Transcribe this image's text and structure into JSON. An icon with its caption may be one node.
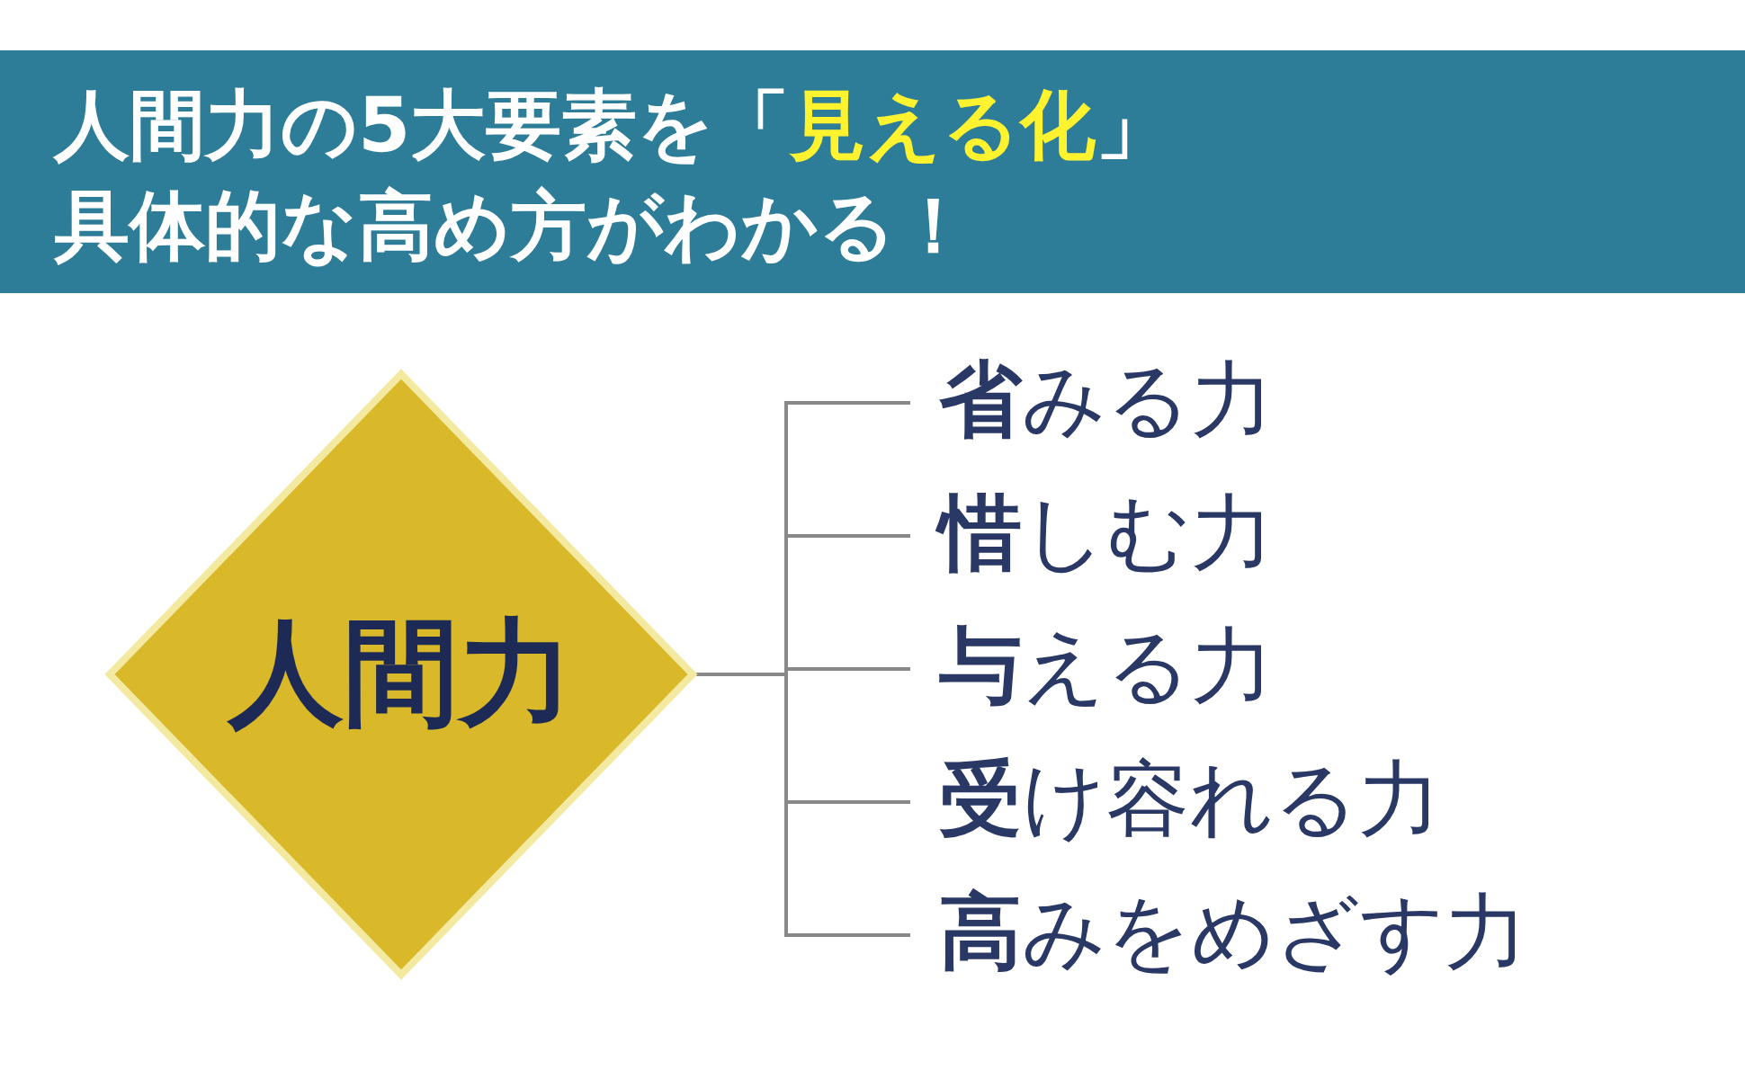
{
  "diagram": {
    "title": "人間力の5大要素を「**見える化**」具体的な高め方がわかる！",
    "nodes": [
      {
        "text": [
          "人間力"
        ]
      },
      {
        "text": [
          "**省**みる力"
        ]
      },
      {
        "text": [
          "**惜**しむ力"
        ]
      },
      {
        "text": [
          "**与**える力"
        ]
      },
      {
        "text": [
          "**受**け容れる力"
        ]
      },
      {
        "text": [
          "**高**みをめざす力"
        ]
      }
    ],
    "edges": [
      {
        "from": 0,
        "to": 1,
        "arrow": "none"
      },
      {
        "from": 0,
        "to": 2,
        "arrow": "none"
      },
      {
        "from": 0,
        "to": 3,
        "arrow": "none"
      },
      {
        "from": 0,
        "to": 4,
        "arrow": "none"
      },
      {
        "from": 0,
        "to": 5,
        "arrow": "none"
      }
    ]
  }
}
